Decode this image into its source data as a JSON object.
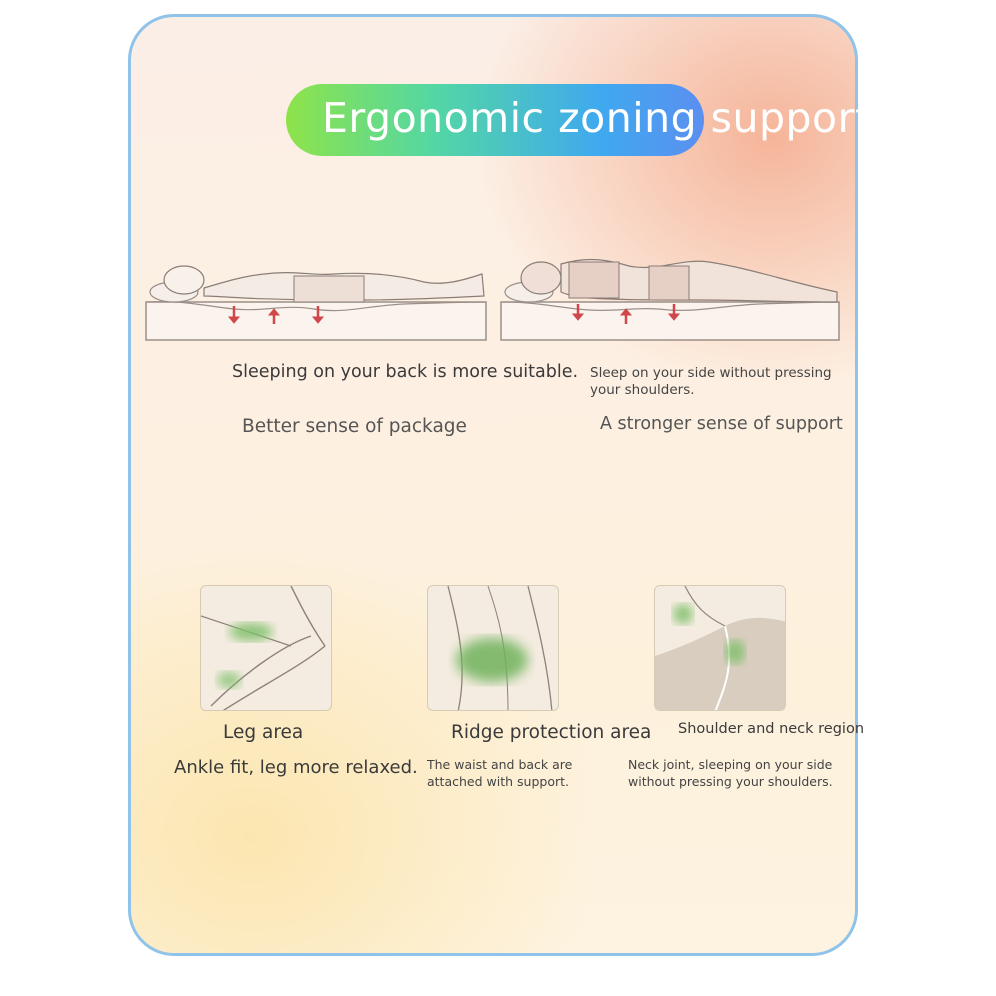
{
  "title": "Ergonomic zoning support",
  "top_panels": [
    {
      "caption": "Sleeping on your back is more suitable.",
      "subcaption": "Better sense of package"
    },
    {
      "caption": "Sleep on your side without pressing your shoulders.",
      "subcaption": "A stronger sense of support"
    }
  ],
  "zones": [
    {
      "label": "Leg area",
      "description": "Ankle fit, leg more relaxed."
    },
    {
      "label": "Ridge protection area",
      "description": "The waist and back are attached with support."
    },
    {
      "label": "Shoulder and neck region",
      "description": "Neck joint, sleeping on your side without pressing your shoulders."
    }
  ],
  "colors": {
    "frame": "#8fc3ea",
    "pill_start": "#8ee34a",
    "pill_end": "#5b8ff0",
    "support_arrow": "#d0464a",
    "zone_highlight": "#7fbf6a"
  }
}
